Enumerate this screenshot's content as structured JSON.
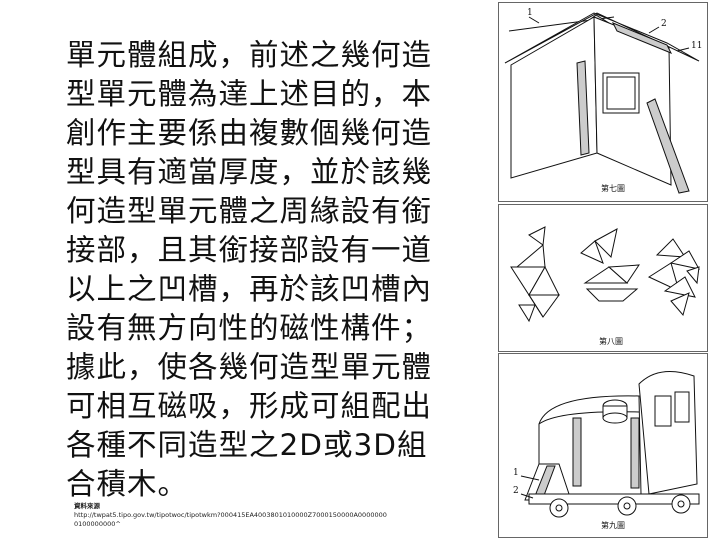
{
  "main_text": {
    "lines": [
      "單元體組成，前述之幾何造",
      "型單元體為達上述目的，本",
      "創作主要係由複數個幾何造",
      "型具有適當厚度，並於該幾",
      "何造型單元體之周緣設有銜",
      "接部，且其銜接部設有一道",
      "以上之凹槽，再於該凹槽內",
      "設有無方向性的磁性構件；",
      "據此，使各幾何造型單元體",
      "可相互磁吸，形成可組配出",
      "各種不同造型之2D或3D組",
      "合積木。"
    ]
  },
  "source": {
    "label": "資料來源",
    "url_line1": "http://twpat5.tipo.gov.tw/tipotwoc/tipotwkm?000415EA4003801010000Z7000150000A0000000",
    "url_line2": "0100000000^"
  },
  "figures": {
    "fig7": {
      "caption": "第七圖",
      "labels": {
        "l1": "1",
        "l2": "2",
        "l11": "11"
      }
    },
    "fig8": {
      "caption": "第八圖"
    },
    "fig9": {
      "caption": "第九圖",
      "labels": {
        "l1": "1",
        "l2": "2"
      }
    }
  }
}
